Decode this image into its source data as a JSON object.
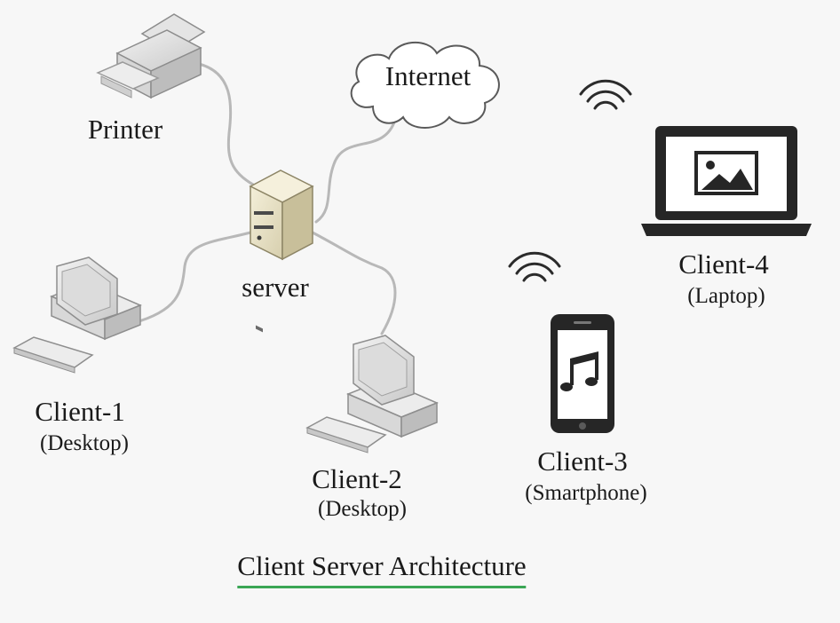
{
  "nodes": {
    "printer": {
      "label": "Printer"
    },
    "internet": {
      "label": "Internet"
    },
    "server": {
      "label": "server"
    },
    "client1": {
      "label": "Client-1",
      "sublabel": "(Desktop)"
    },
    "client2": {
      "label": "Client-2",
      "sublabel": "(Desktop)"
    },
    "client3": {
      "label": "Client-3",
      "sublabel": "(Smartphone)"
    },
    "client4": {
      "label": "Client-4",
      "sublabel": "(Laptop)"
    }
  },
  "caption": "Client Server Architecture",
  "icons": {
    "printer": "printer-icon",
    "internet": "cloud-icon",
    "server": "server-tower-icon",
    "client1": "desktop-computer-icon",
    "client2": "desktop-computer-icon",
    "client3": "smartphone-icon",
    "client4": "laptop-icon",
    "wifi": "wifi-icon",
    "music": "music-note-icon",
    "image": "image-icon"
  },
  "colors": {
    "cable": "#b8b8b8",
    "caption_underline": "#3aa655",
    "device_dark": "#2b2b2b"
  }
}
